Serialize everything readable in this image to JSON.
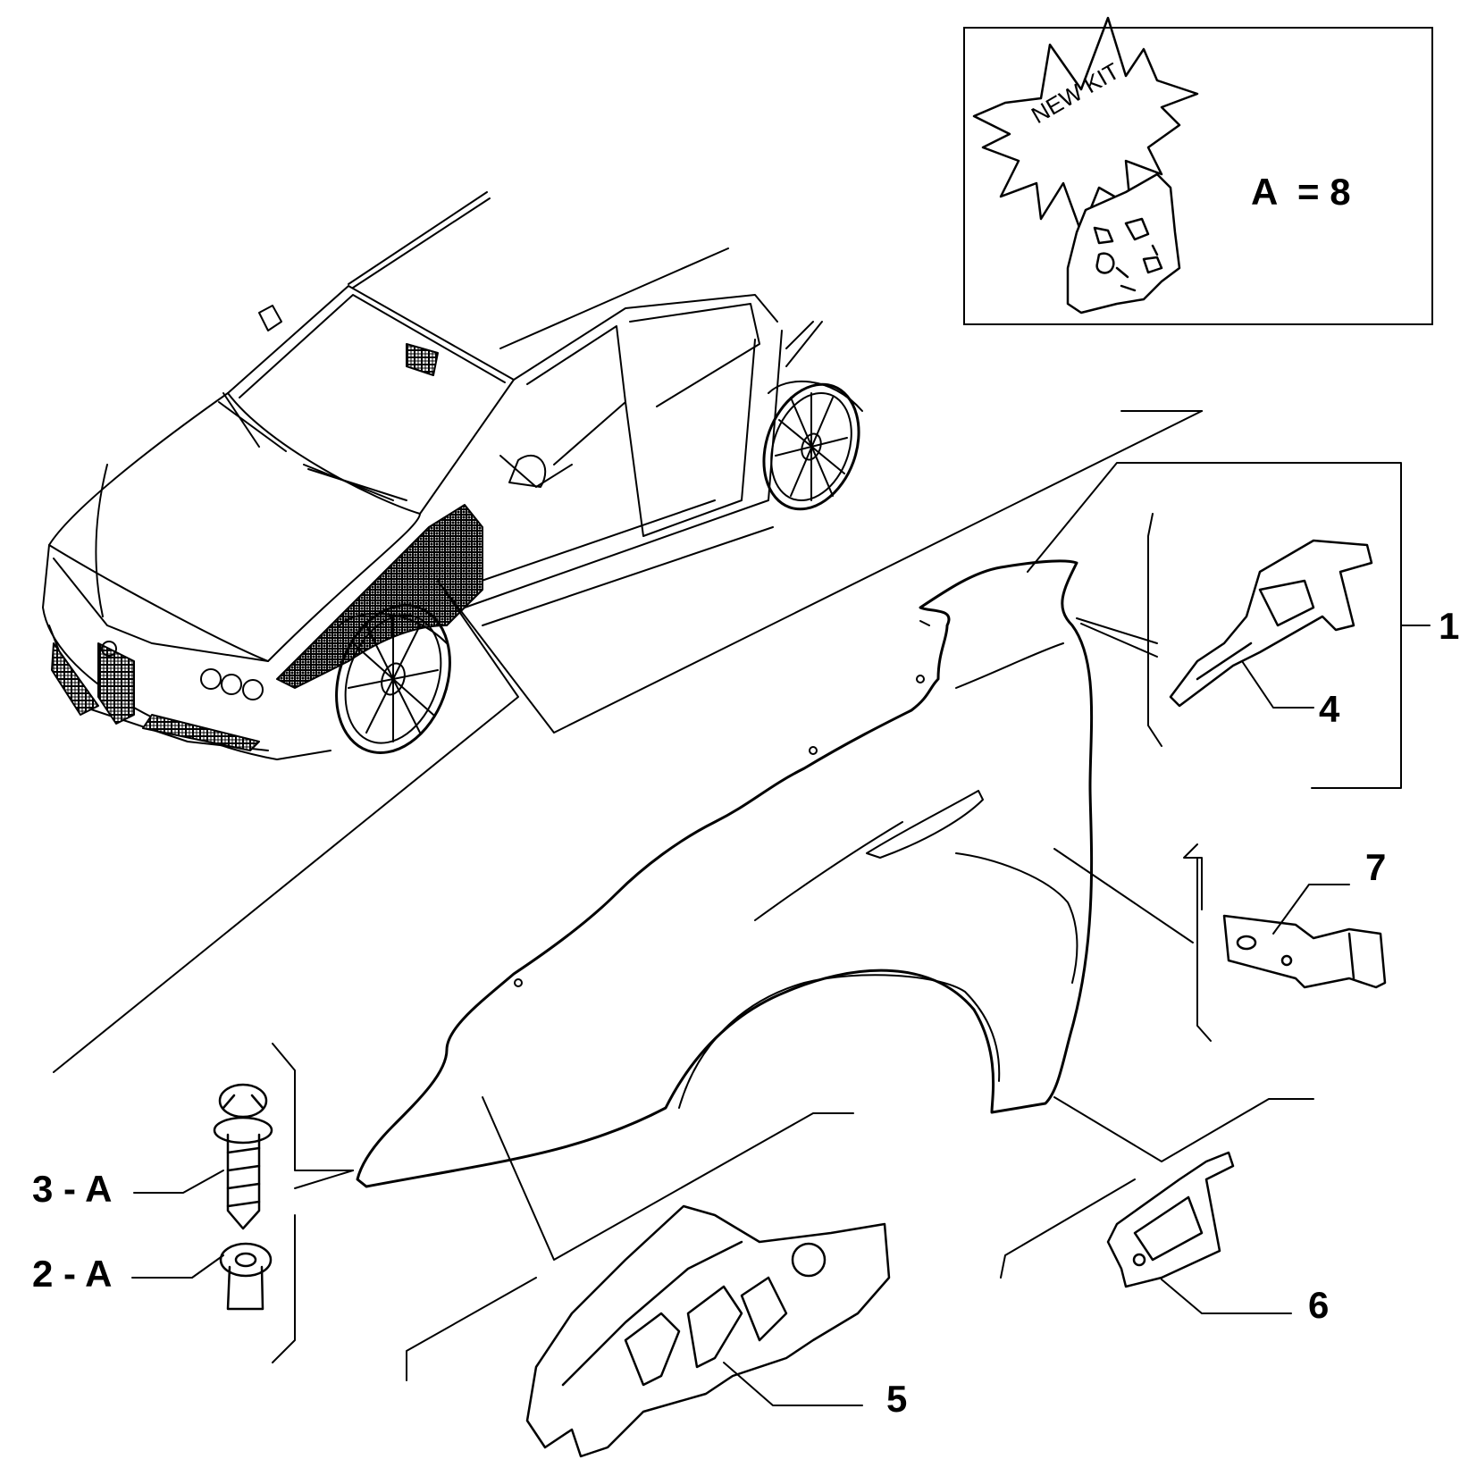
{
  "kit": {
    "badge_text": "NEW KIT",
    "formula_label": "A",
    "formula_value": "= 8"
  },
  "callouts": [
    {
      "id": "1",
      "text": "1"
    },
    {
      "id": "4",
      "text": "4"
    },
    {
      "id": "7",
      "text": "7"
    },
    {
      "id": "6",
      "text": "6"
    },
    {
      "id": "5",
      "text": "5"
    },
    {
      "id": "3",
      "text": "3 - A"
    },
    {
      "id": "2",
      "text": "2 - A"
    }
  ],
  "icons": [
    "car-outline",
    "fender-panel",
    "bracket",
    "screw",
    "nut",
    "kit-bag"
  ]
}
